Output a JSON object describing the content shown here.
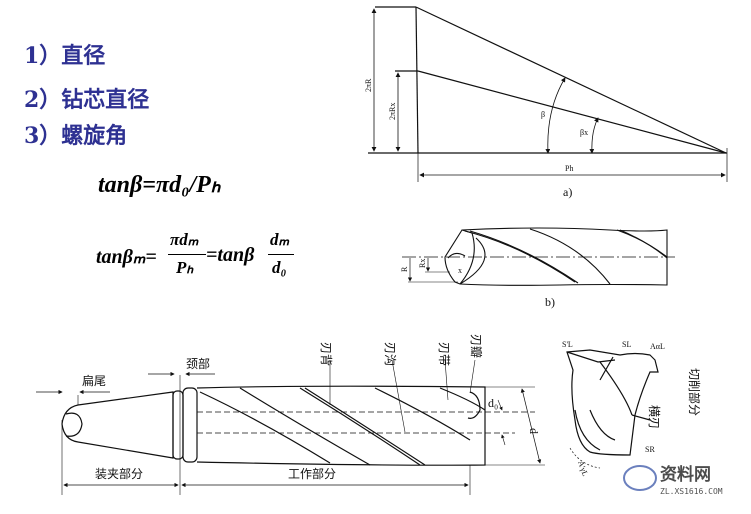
{
  "list": {
    "items": [
      "1）直径",
      "2）钻芯直径",
      "3）螺旋角"
    ]
  },
  "formulas": {
    "f1": "tanβ=πd₀/Pₕ",
    "f2_left": "tanβₘ=",
    "f2_num": "πdₘ",
    "f2_den": "Pₕ",
    "f2_mid": "=tanβ",
    "f2_num2": "dₘ",
    "f2_den2": "d₀"
  },
  "diagram_a": {
    "dim_outer": "2πR",
    "dim_inner": "2πRx",
    "angle_outer": "β",
    "angle_inner": "βx",
    "dim_base": "Ph",
    "caption": "a)"
  },
  "diagram_b": {
    "dim_r": "R",
    "dim_rx": "Rx",
    "point": "x",
    "caption": "b)"
  },
  "drill": {
    "flat_tail": "扁尾",
    "neck": "颈部",
    "land_back": "刃背",
    "flute": "刃沟",
    "margin": "刃带",
    "lip": "刃瓣",
    "core_dia": "d₀",
    "dia": "d",
    "clamp_part": "装夹部分",
    "work_part": "工作部分"
  },
  "cutting": {
    "s_prime_l": "S'L",
    "s_l": "SL",
    "a_alpha_l": "AαL",
    "chisel_edge": "横刃",
    "s_r": "SR",
    "a_gamma_l": "A'γL",
    "cutting_part": "切削部分"
  },
  "watermark": {
    "name": "资料网",
    "url": "ZL.XS1616.COM"
  },
  "colors": {
    "list_text": "#2e3192",
    "watermark": "#3a56a8"
  }
}
